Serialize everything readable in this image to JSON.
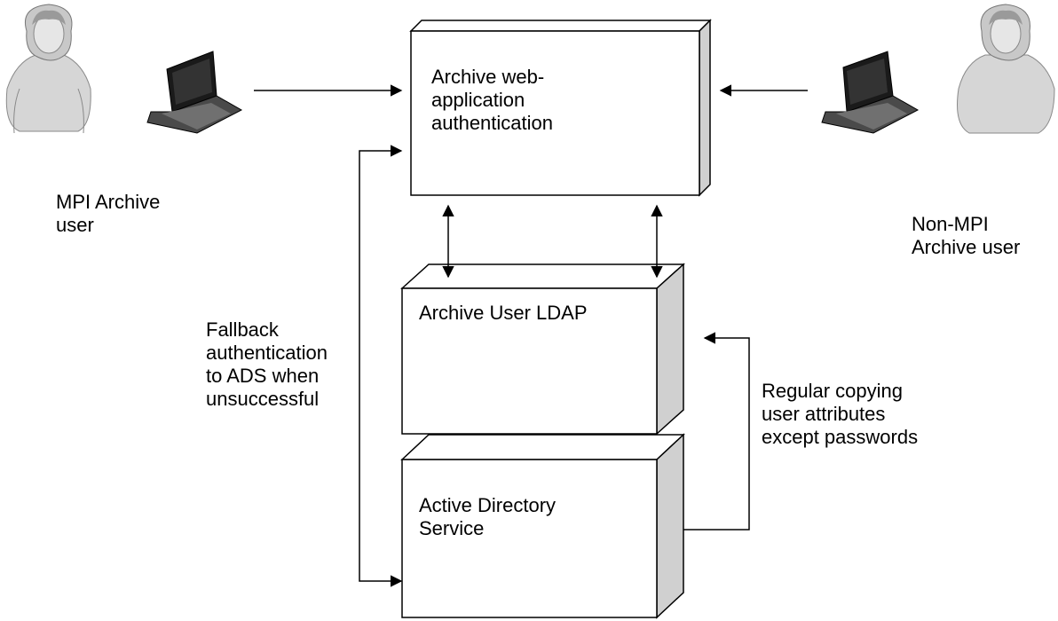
{
  "boxes": {
    "web_auth": "Archive web-\napplication\nauthentication",
    "ldap": "Archive User LDAP",
    "ads": "Active Directory\nService"
  },
  "labels": {
    "mpi_user": "MPI Archive\nuser",
    "non_mpi_user": "Non-MPI\nArchive user",
    "fallback": "Fallback\nauthentication\nto ADS when\nunsuccessful",
    "copying": "Regular copying\nuser attributes\nexcept passwords"
  }
}
